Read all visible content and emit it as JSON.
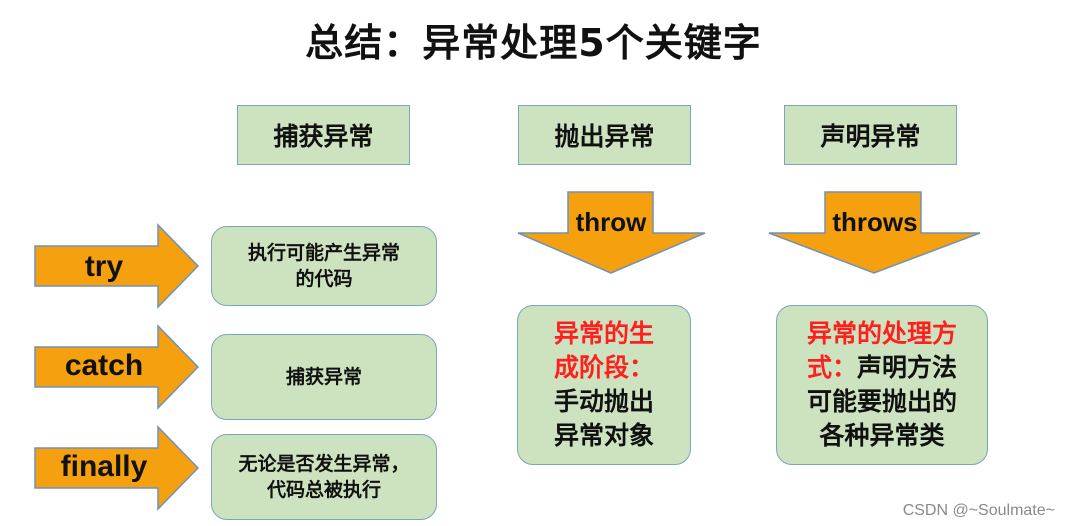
{
  "title": "总结：异常处理5个关键字",
  "headers": {
    "catch_exception": "捕获异常",
    "throw_exception": "抛出异常",
    "declare_exception": "声明异常"
  },
  "left_keywords": {
    "try": "try",
    "catch": "catch",
    "finally": "finally"
  },
  "left_boxes": {
    "try_desc_line1": "执行可能产生异常",
    "try_desc_line2": "的代码",
    "catch_desc": "捕获异常",
    "finally_desc_line1": "无论是否发生异常，",
    "finally_desc_line2": "代码总被执行"
  },
  "down_keywords": {
    "throw": "throw",
    "throws": "throws"
  },
  "throw_box": {
    "red_line1": "异常的生",
    "red_line2": "成阶段：",
    "line3": "手动抛出",
    "line4": "异常对象"
  },
  "throws_box": {
    "red_line1": "异常的处理方",
    "red_line2a": "式：",
    "line2b": "声明方法",
    "line3": "可能要抛出的",
    "line4": "各种异常类"
  },
  "watermark": "CSDN @~Soulmate~",
  "colors": {
    "arrow_fill": "#f5a00f",
    "box_fill": "#cde3c0",
    "box_border": "#7aa6b8",
    "red_text": "#ff1f1f"
  }
}
